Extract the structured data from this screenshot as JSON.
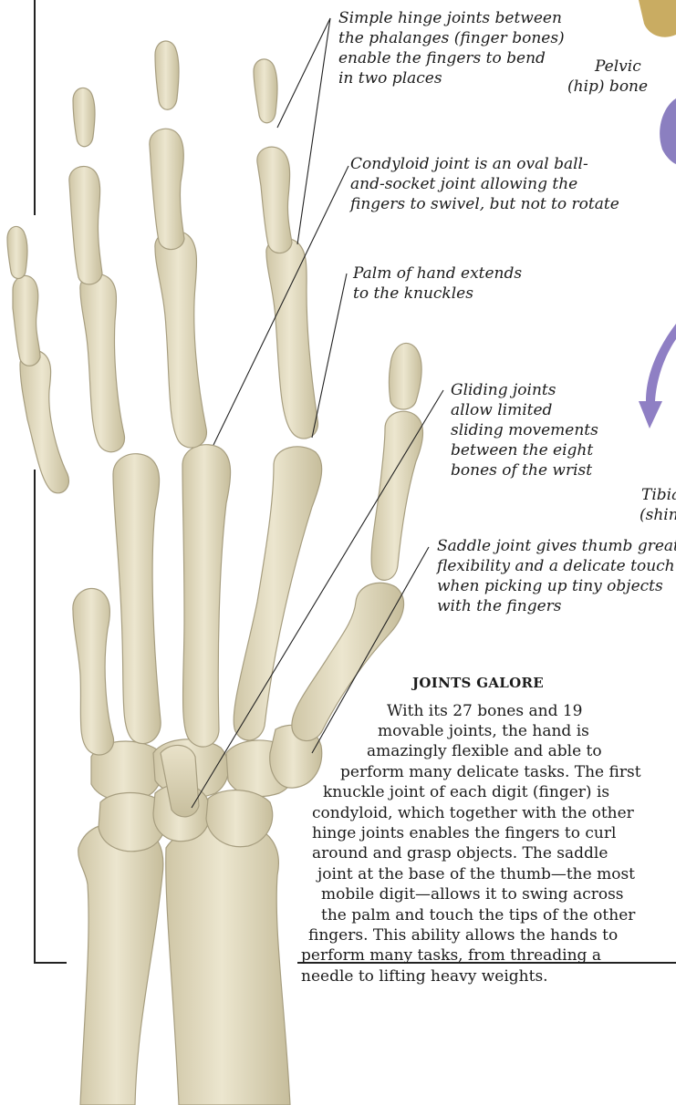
{
  "captions": {
    "hinge": [
      "Simple hinge joints between",
      "the phalanges (finger bones)",
      "enable the fingers to bend",
      "in two places"
    ],
    "condyloid": [
      "Condyloid joint is an oval ball-",
      "and-socket joint allowing the",
      "fingers to swivel, but not to rotate"
    ],
    "palm": [
      "Palm of hand extends",
      "to the knuckles"
    ],
    "gliding": [
      "Gliding joints",
      "allow limited",
      "sliding movements",
      "between the eight",
      "bones of the wrist"
    ],
    "saddle": [
      "Saddle joint gives thumb great",
      "flexibility and a delicate touch",
      "when picking up tiny objects",
      "with the fingers"
    ]
  },
  "side_labels": {
    "pelvic": [
      "Pelvic",
      "(hip) bone"
    ],
    "tibia": [
      "Tibia",
      "(shin"
    ]
  },
  "article": {
    "heading": "JOINTS GALORE",
    "lines": [
      "With its 27 bones and 19",
      "movable joints, the hand is",
      "amazingly flexible and able to",
      "perform many delicate tasks. The first",
      "knuckle joint of each digit (finger) is",
      "condyloid, which together with the other",
      "hinge joints enables the fingers to curl",
      "around and grasp objects. The saddle",
      "joint at the base of the thumb—the most",
      "mobile digit—allows it to swing across",
      "the palm and touch the tips of the other",
      "fingers. This ability allows the hands to",
      "perform many tasks, from threading a",
      "needle to lifting heavy weights."
    ]
  },
  "colors": {
    "bone_fill": "#e7e0c6",
    "bone_shade": "#c9c0a0",
    "bone_edge": "#a79e80",
    "leader": "#222222",
    "arrow": "#8f7fc4"
  }
}
